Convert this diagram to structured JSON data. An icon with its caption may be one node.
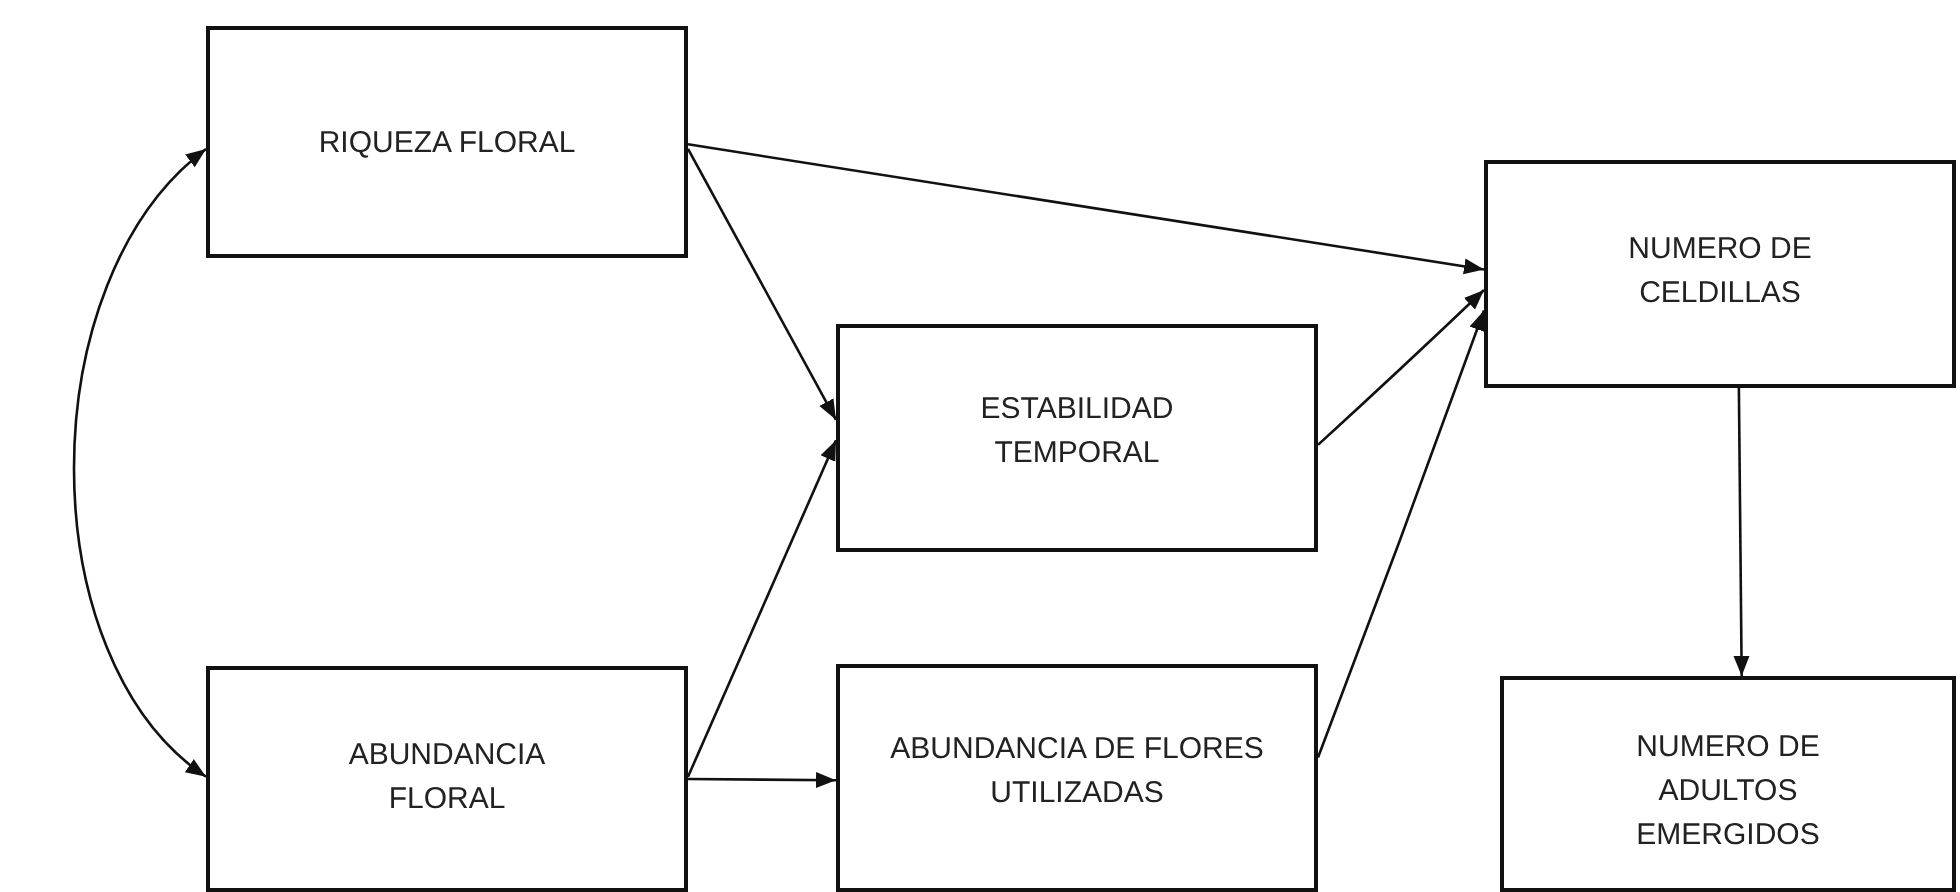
{
  "diagram": {
    "nodes": [
      {
        "text": [
          "RIQUEZA FLORAL"
        ]
      },
      {
        "text": [
          "ESTABILIDAD TEMPORAL"
        ]
      },
      {
        "text": [
          "NUMERO DE CELDILLAS"
        ]
      },
      {
        "text": [
          "ABUNDANCIA FLORAL"
        ]
      },
      {
        "text": [
          "ABUNDANCIA DE FLORES UTILIZADAS"
        ]
      },
      {
        "text": [
          "NUMERO DE ADULTOS EMERGIDOS"
        ]
      }
    ],
    "edges": [
      {
        "from": 0,
        "to": 3,
        "arrow": "both"
      },
      {
        "from": 0,
        "to": 2,
        "arrow": "to"
      },
      {
        "from": 0,
        "to": 1,
        "arrow": "to"
      },
      {
        "from": 3,
        "to": 1,
        "arrow": "to"
      },
      {
        "from": 3,
        "to": 4,
        "arrow": "to"
      },
      {
        "from": 1,
        "to": 2,
        "arrow": "to"
      },
      {
        "from": 4,
        "to": 2,
        "arrow": "to"
      },
      {
        "from": 2,
        "to": 5,
        "arrow": "to"
      }
    ]
  }
}
